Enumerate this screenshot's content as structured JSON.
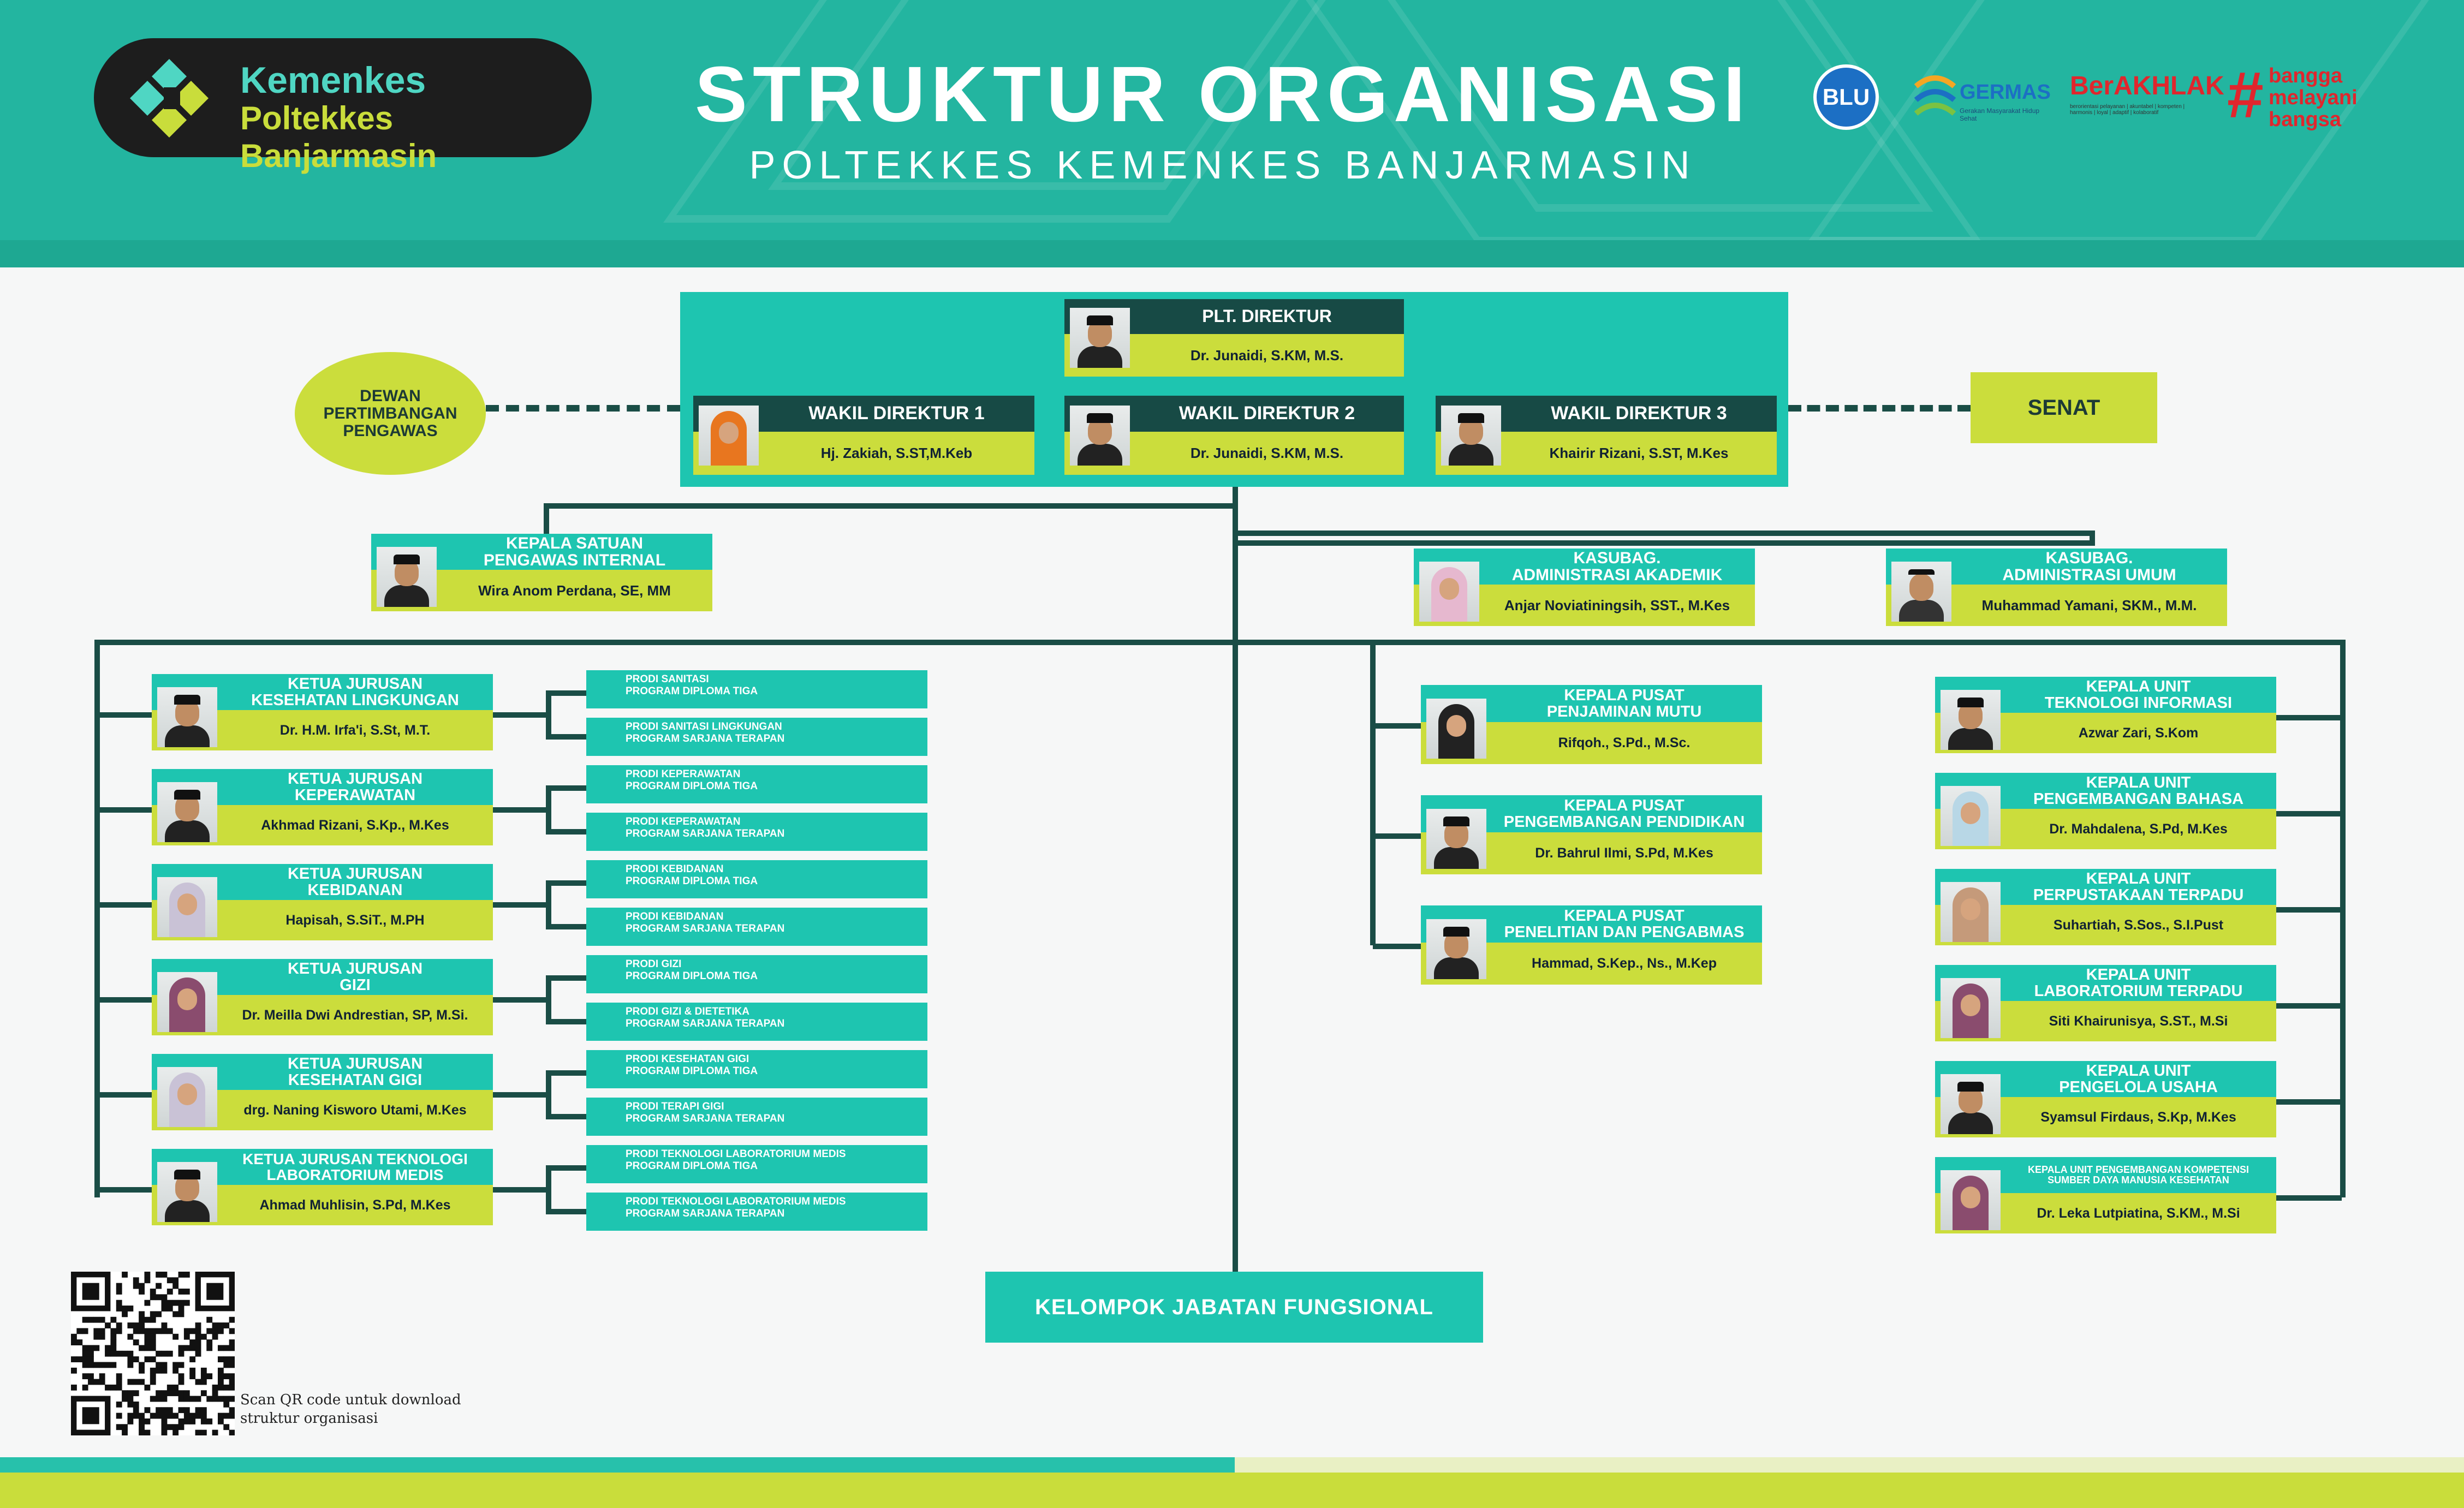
{
  "header": {
    "logo_line1": "Kemenkes",
    "logo_line2": "Poltekkes Banjarmasin",
    "title": "STRUKTUR ORGANISASI",
    "subtitle": "POLTEKKES KEMENKES BANJARMASIN",
    "blu_label": "BLU",
    "germas_label": "GERMAS",
    "germas_sub": "Gerakan Masyarakat Hidup Sehat",
    "berakhlak_label": "BerAKHLAK",
    "berakhlak_sub": "berorientasi pelayanan | akuntabel | kompeten | harmonis | loyal | adaptif | kolaboratif",
    "bangga_hash": "#",
    "bangga_l1": "bangga",
    "bangga_l2": "melayani",
    "bangga_l3": "bangsa"
  },
  "colors": {
    "teal": "#1ec5b0",
    "dark_teal": "#174a45",
    "lime": "#cbdd3c",
    "header_teal": "#23b5a0",
    "connector": "#1a4d46"
  },
  "leadership": {
    "director": {
      "title": "PLT. DIREKTUR",
      "name": "Dr. Junaidi, S.KM, M.S."
    },
    "deputies": [
      {
        "title": "WAKIL DIREKTUR 1",
        "name": "Hj. Zakiah, S.ST,M.Keb"
      },
      {
        "title": "WAKIL DIREKTUR 2",
        "name": "Dr. Junaidi, S.KM, M.S."
      },
      {
        "title": "WAKIL DIREKTUR 3",
        "name": "Khairir Rizani, S.ST, M.Kes"
      }
    ]
  },
  "dewan": {
    "label": "DEWAN PERTIMBANGAN PENGAWAS",
    "line1": "DEWAN",
    "line2": "PERTIMBANGAN",
    "line3": "PENGAWAS"
  },
  "senat": {
    "label": "SENAT"
  },
  "spi": {
    "title_l1": "KEPALA SATUAN",
    "title_l2": "PENGAWAS INTERNAL",
    "name": "Wira Anom Perdana, SE, MM"
  },
  "kasubag": [
    {
      "title_l1": "KASUBAG.",
      "title_l2": "ADMINISTRASI AKADEMIK",
      "name": "Anjar Noviatiningsih, SST., M.Kes"
    },
    {
      "title_l1": "KASUBAG.",
      "title_l2": "ADMINISTRASI UMUM",
      "name": "Muhammad Yamani, SKM., M.M."
    }
  ],
  "jurusan": [
    {
      "title_l1": "KETUA JURUSAN",
      "title_l2": "KESEHATAN LINGKUNGAN",
      "name": "Dr. H.M. Irfa'i, S.St, M.T."
    },
    {
      "title_l1": "KETUA JURUSAN",
      "title_l2": "KEPERAWATAN",
      "name": "Akhmad Rizani, S.Kp., M.Kes"
    },
    {
      "title_l1": "KETUA JURUSAN",
      "title_l2": "KEBIDANAN",
      "name": "Hapisah, S.SiT., M.PH"
    },
    {
      "title_l1": "KETUA JURUSAN",
      "title_l2": "GIZI",
      "name": "Dr. Meilla Dwi Andrestian, SP, M.Si."
    },
    {
      "title_l1": "KETUA JURUSAN",
      "title_l2": "KESEHATAN GIGI",
      "name": "drg. Naning Kisworo Utami, M.Kes"
    },
    {
      "title_l1": "KETUA JURUSAN TEKNOLOGI",
      "title_l2": "LABORATORIUM MEDIS",
      "name": "Ahmad Muhlisin, S.Pd, M.Kes"
    }
  ],
  "prodi": [
    {
      "l1": "PRODI SANITASI",
      "l2": "PROGRAM DIPLOMA TIGA"
    },
    {
      "l1": "PRODI SANITASI LINGKUNGAN",
      "l2": "PROGRAM SARJANA TERAPAN"
    },
    {
      "l1": "PRODI KEPERAWATAN",
      "l2": "PROGRAM DIPLOMA TIGA"
    },
    {
      "l1": "PRODI KEPERAWATAN",
      "l2": "PROGRAM SARJANA TERAPAN"
    },
    {
      "l1": "PRODI KEBIDANAN",
      "l2": "PROGRAM DIPLOMA TIGA"
    },
    {
      "l1": "PRODI KEBIDANAN",
      "l2": "PROGRAM SARJANA TERAPAN"
    },
    {
      "l1": "PRODI GIZI",
      "l2": "PROGRAM DIPLOMA TIGA"
    },
    {
      "l1": "PRODI GIZI & DIETETIKA",
      "l2": "PROGRAM SARJANA TERAPAN"
    },
    {
      "l1": "PRODI KESEHATAN GIGI",
      "l2": "PROGRAM DIPLOMA TIGA"
    },
    {
      "l1": "PRODI TERAPI GIGI",
      "l2": "PROGRAM SARJANA TERAPAN"
    },
    {
      "l1": "PRODI TEKNOLOGI LABORATORIUM MEDIS",
      "l2": "PROGRAM DIPLOMA TIGA"
    },
    {
      "l1": "PRODI TEKNOLOGI LABORATORIUM MEDIS",
      "l2": "PROGRAM SARJANA TERAPAN"
    }
  ],
  "pusat": [
    {
      "title_l1": "KEPALA PUSAT",
      "title_l2": "PENJAMINAN MUTU",
      "name": "Rifqoh., S.Pd., M.Sc."
    },
    {
      "title_l1": "KEPALA PUSAT",
      "title_l2": "PENGEMBANGAN PENDIDIKAN",
      "name": "Dr. Bahrul Ilmi, S.Pd, M.Kes"
    },
    {
      "title_l1": "KEPALA PUSAT",
      "title_l2": "PENELITIAN DAN PENGABMAS",
      "name": "Hammad, S.Kep., Ns., M.Kep"
    }
  ],
  "unit": [
    {
      "title_l1": "KEPALA UNIT",
      "title_l2": "TEKNOLOGI INFORMASI",
      "name": "Azwar Zari, S.Kom"
    },
    {
      "title_l1": "KEPALA UNIT",
      "title_l2": "PENGEMBANGAN BAHASA",
      "name": "Dr. Mahdalena, S.Pd, M.Kes"
    },
    {
      "title_l1": "KEPALA UNIT",
      "title_l2": "PERPUSTAKAAN TERPADU",
      "name": "Suhartiah, S.Sos., S.I.Pust"
    },
    {
      "title_l1": "KEPALA UNIT",
      "title_l2": "LABORATORIUM TERPADU",
      "name": "Siti Khairunisya, S.ST., M.Si"
    },
    {
      "title_l1": "KEPALA UNIT",
      "title_l2": "PENGELOLA USAHA",
      "name": "Syamsul Firdaus, S.Kp, M.Kes"
    },
    {
      "title_l1": "KEPALA UNIT PENGEMBANGAN KOMPETENSI",
      "title_l2": "SUMBER DAYA MANUSIA KESEHATAN",
      "name": "Dr. Leka Lutpiatina, S.KM., M.Si"
    }
  ],
  "kjf": {
    "label": "KELOMPOK JABATAN FUNGSIONAL"
  },
  "qr": {
    "caption_l1": "Scan QR code untuk download",
    "caption_l2": "struktur organisasi"
  }
}
